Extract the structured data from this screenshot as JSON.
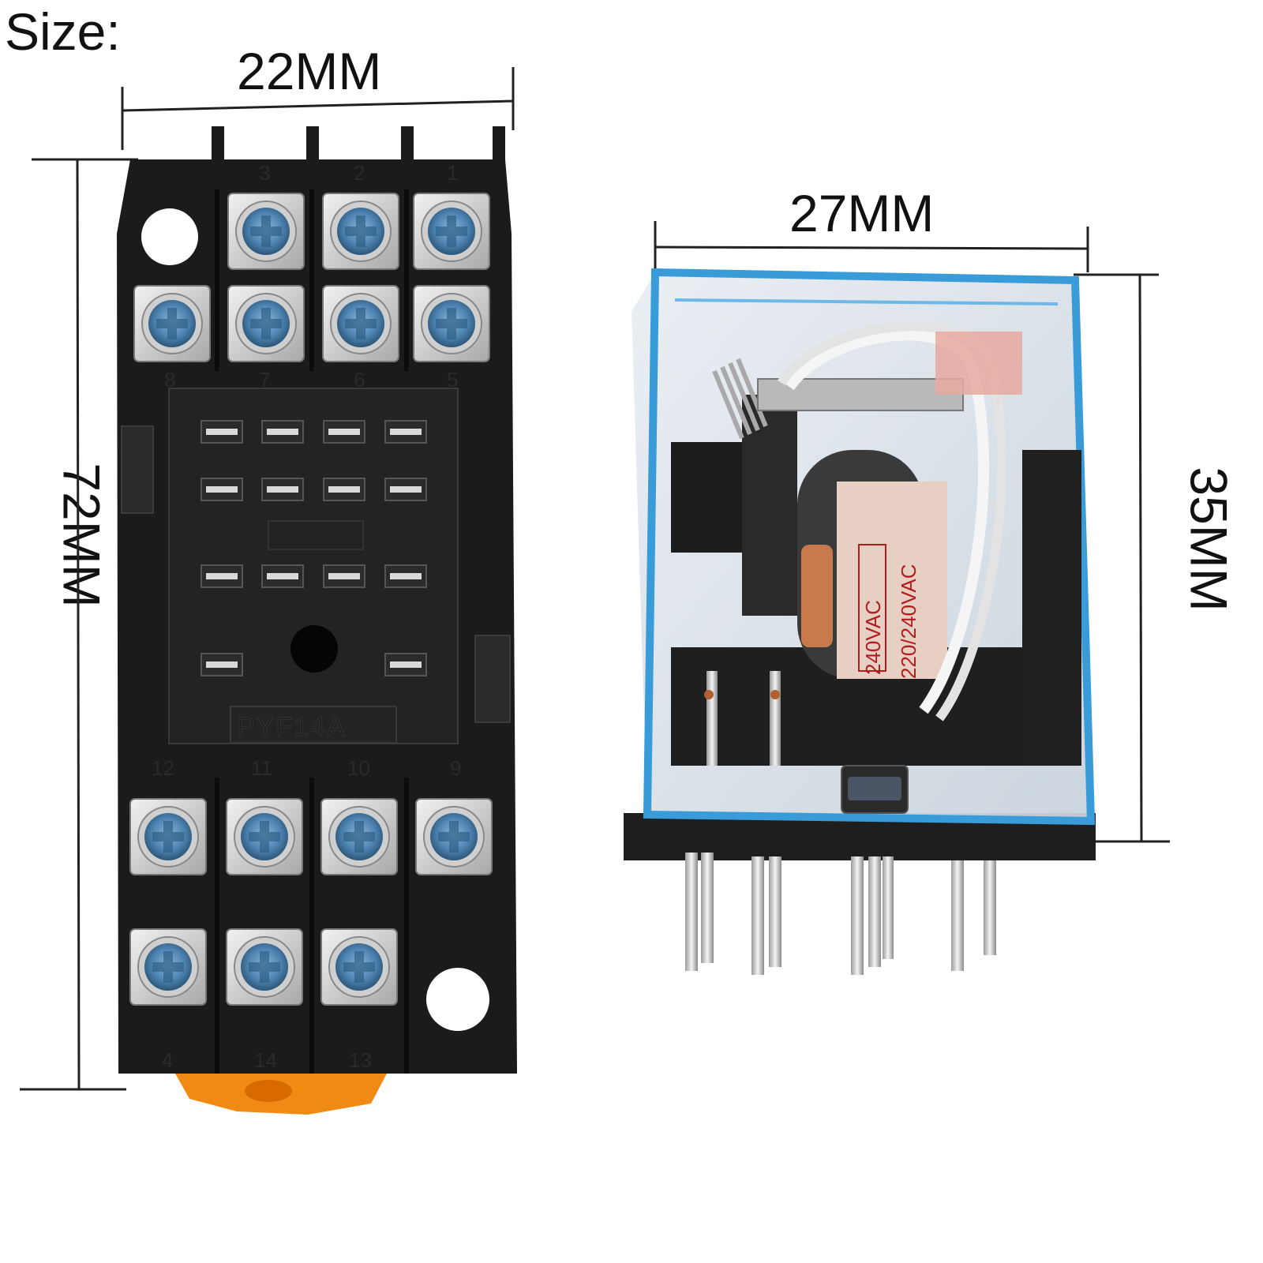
{
  "labels": {
    "size": "Size:",
    "socket_width": "22MM",
    "socket_height": "72MM",
    "relay_width": "27MM",
    "relay_height": "35MM"
  },
  "socket": {
    "model": "PYF14A",
    "top_terminals_row1": [
      "3",
      "2",
      "1"
    ],
    "top_terminals_row2": [
      "8",
      "7",
      "6",
      "5"
    ],
    "bottom_terminals_row1": [
      "12",
      "11",
      "10",
      "9"
    ],
    "bottom_terminals_row2": [
      "4",
      "14",
      "13"
    ]
  },
  "relay": {
    "coil_rating_1": "220/240VAC",
    "coil_rating_2": "240VAC"
  },
  "colors": {
    "socket_body": "#1b1b1b",
    "relay_frame": "#3a9bd9",
    "screw": "#4f86b4",
    "coil": "#e7cfc4",
    "latch": "#f08a12"
  }
}
